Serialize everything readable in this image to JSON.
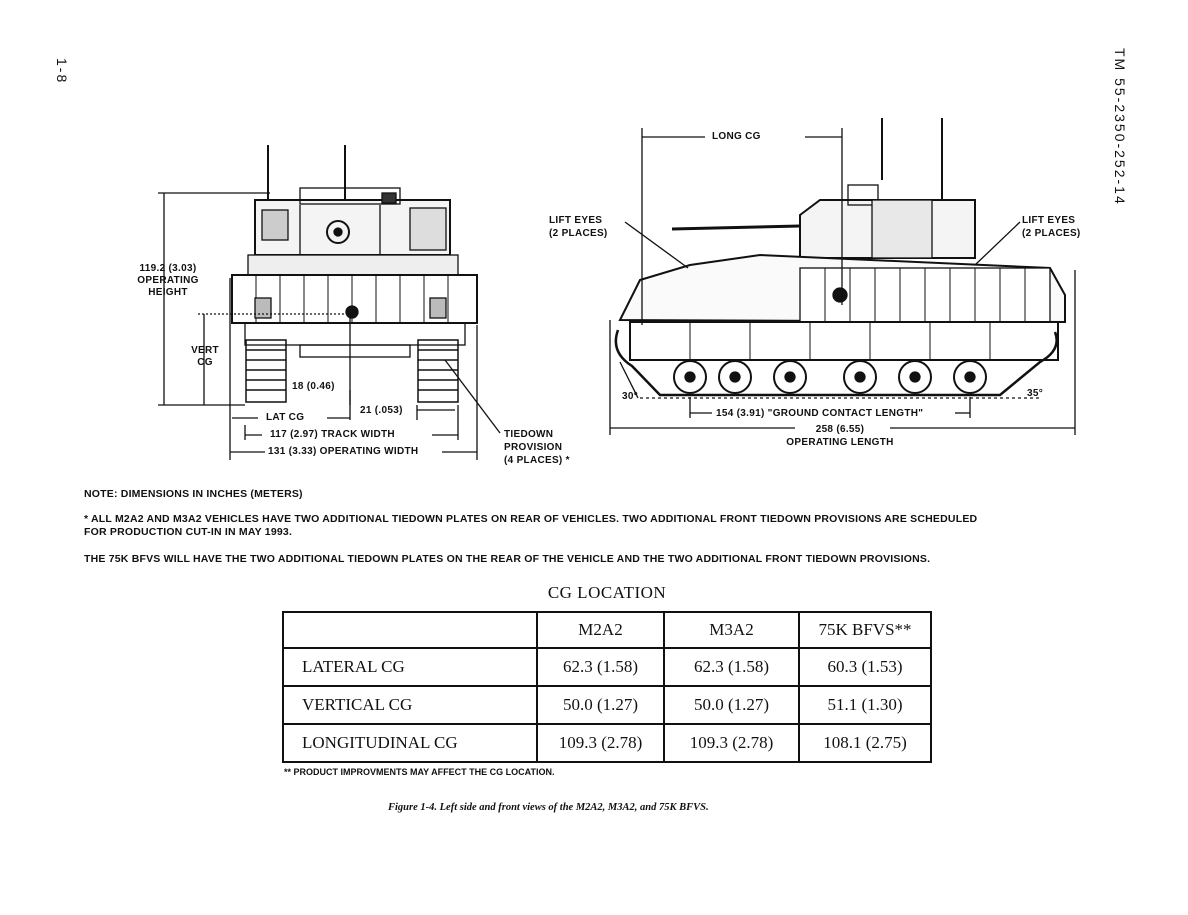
{
  "page": {
    "page_number": "1-8",
    "manual_id": "TM 55-2350-252-14"
  },
  "front_view": {
    "height_label": [
      "119.2 (3.03)",
      "OPERATING",
      "HEIGHT"
    ],
    "vert_cg_label": [
      "VERT",
      "CG"
    ],
    "ground_clearance": "18 (0.46)",
    "lat_cg_label": "LAT CG",
    "lat_cg_offset": "21 (.053)",
    "track_width": "117 (2.97)  TRACK WIDTH",
    "operating_width": "131 (3.33) OPERATING WIDTH",
    "tiedown_label": [
      "TIEDOWN",
      "PROVISION",
      "(4 PLACES) *"
    ]
  },
  "side_view": {
    "long_cg_label": "LONG CG",
    "lift_eyes_left": [
      "LIFT EYES",
      "(2 PLACES)"
    ],
    "lift_eyes_right": [
      "LIFT EYES",
      "(2 PLACES)"
    ],
    "angle_front": "30°",
    "angle_rear": "35°",
    "ground_contact": "154 (3.91) \"GROUND CONTACT LENGTH\"",
    "operating_length": [
      "258 (6.55)",
      "OPERATING LENGTH"
    ]
  },
  "notes": {
    "note1": "NOTE:  DIMENSIONS IN INCHES (METERS)",
    "note2a": "*  ALL M2A2 AND M3A2 VEHICLES HAVE TWO ADDITIONAL TIEDOWN PLATES ON REAR OF VEHICLES.  TWO ADDITIONAL FRONT TIEDOWN PROVISIONS ARE SCHEDULED",
    "note2b": "FOR PRODUCTION CUT-IN IN MAY 1993.",
    "note3": "THE 75K BFVS WILL HAVE THE TWO ADDITIONAL TIEDOWN PLATES ON THE REAR OF THE VEHICLE AND THE TWO ADDITIONAL FRONT TIEDOWN PROVISIONS."
  },
  "table": {
    "title": "CG LOCATION",
    "headers": [
      "",
      "M2A2",
      "M3A2",
      "75K BFVS**"
    ],
    "rows": [
      {
        "label": "LATERAL CG",
        "m2a2": "62.3 (1.58)",
        "m3a2": "62.3 (1.58)",
        "bfvs": "60.3 (1.53)"
      },
      {
        "label": "VERTICAL CG",
        "m2a2": "50.0 (1.27)",
        "m3a2": "50.0 (1.27)",
        "bfvs": "51.1 (1.30)"
      },
      {
        "label": "LONGITUDINAL CG",
        "m2a2": "109.3 (2.78)",
        "m3a2": "109.3 (2.78)",
        "bfvs": "108.1 (2.75)"
      }
    ],
    "footnote": "**  PRODUCT IMPROVMENTS MAY AFFECT THE CG LOCATION."
  },
  "caption": "Figure 1-4.  Left side and front views of the M2A2, M3A2, and 75K BFVS."
}
